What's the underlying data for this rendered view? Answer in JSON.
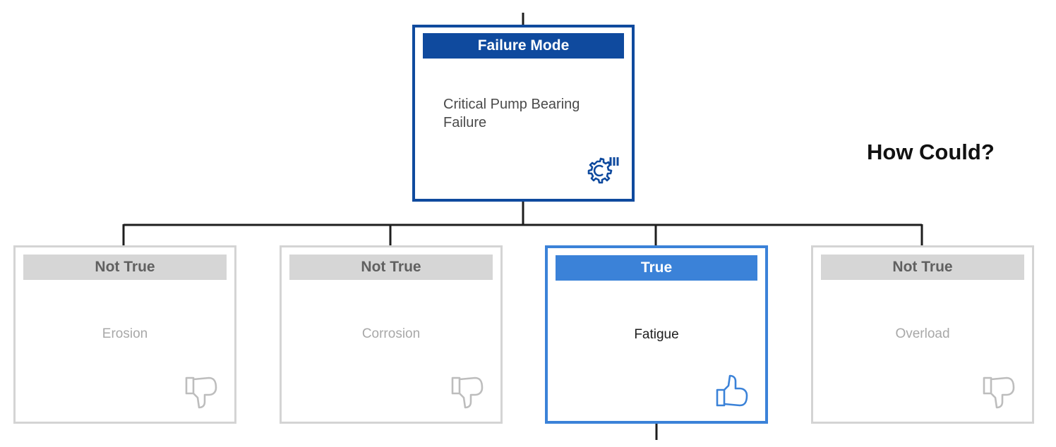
{
  "root_card": {
    "header": "Failure Mode",
    "text": "Critical Pump Bearing Failure",
    "icon": "gear-list-icon",
    "accent": "#0f4a9e"
  },
  "side_label": "How Could?",
  "children": [
    {
      "header": "Not True",
      "text": "Erosion",
      "icon": "thumbs-down-icon"
    },
    {
      "header": "Not True",
      "text": "Corrosion",
      "icon": "thumbs-down-icon"
    },
    {
      "header": "True",
      "text": "Fatigue",
      "icon": "thumbs-up-icon",
      "accent": "#3b82d8"
    },
    {
      "header": "Not True",
      "text": "Overload",
      "icon": "thumbs-down-icon"
    }
  ],
  "colors": {
    "inactive_border": "#d4d4d4",
    "inactive_header": "#d6d6d6",
    "connector": "#1e1e1e"
  }
}
